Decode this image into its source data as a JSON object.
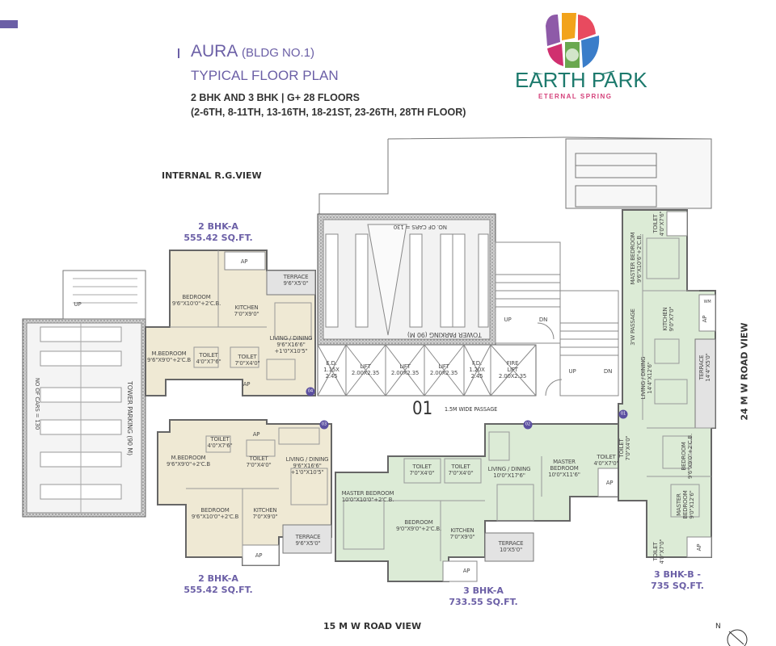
{
  "header": {
    "title_main": "AURA",
    "title_bldg": "(BLDG NO.1)",
    "subtitle": "TYPICAL FLOOR PLAN",
    "config": "2 BHK AND 3 BHK | G+ 28 FLOORS",
    "floors": "(2-6TH, 8-11TH, 13-16TH, 18-21ST, 23-26TH, 28TH FLOOR)"
  },
  "logo": {
    "name": "EARTH PARK",
    "tagline": "ETERNAL SPRING"
  },
  "colors": {
    "accent": "#6b5fa6",
    "brand_teal": "#1d7a6d",
    "brand_pink": "#d4407a",
    "unit_2bhk": "#efe9d4",
    "unit_3bhk": "#dcebd6",
    "terrace": "#e3e3e3"
  },
  "views": {
    "internal": "INTERNAL R.G.VIEW",
    "road_15": "15 M W ROAD VIEW",
    "road_24": "24 M W ROAD VIEW"
  },
  "units": [
    {
      "type": "2 BHK-A",
      "area": "555.42 SQ.FT."
    },
    {
      "type": "2 BHK-A",
      "area": "555.42 SQ.FT."
    },
    {
      "type": "3 BHK-A",
      "area": "733.55 SQ.FT."
    },
    {
      "type": "3 BHK-B -",
      "area": "735 SQ.FT."
    }
  ],
  "flat_numbers": [
    "01",
    "02",
    "03",
    "04"
  ],
  "core": {
    "number": "01",
    "passage": "1.5M WIDE PASSAGE",
    "parking": "TOWER PARKING (90 M)",
    "cars": "NO. OF CARS = 130",
    "left_parking": "TOWER PARKING (90 M)",
    "left_cars": "NO OF CARS = 130",
    "shafts": [
      {
        "name": "E.D.",
        "size": "1.15X",
        "size2": "2.45"
      },
      {
        "name": "LIFT",
        "size": "2.00X2.35"
      },
      {
        "name": "LIFT",
        "size": "2.00X2.35"
      },
      {
        "name": "LIFT",
        "size": "2.00X2.35"
      },
      {
        "name": "F.D.",
        "size": "1.20X",
        "size2": "2.45"
      },
      {
        "name": "FIRE",
        "size": "LIFT",
        "size2": "2.00X2.35"
      }
    ],
    "up": "UP",
    "dn": "DN"
  },
  "unit_top_left": [
    {
      "name": "BEDROOM",
      "size": "9'6\"X10'0\"+2'C.B."
    },
    {
      "name": "KITCHEN",
      "size": "7'0\"X9'0\""
    },
    {
      "name": "LIVING / DINING",
      "size": "9'6\"X16'6\"",
      "size2": "+1'0\"X10'5\""
    },
    {
      "name": "M.BEDROOM",
      "size": "9'6\"X9'0\"+2'C.B"
    },
    {
      "name": "TOILET",
      "size": "4'0\"X7'6\""
    },
    {
      "name": "TOILET",
      "size": "7'0\"X4'0\""
    },
    {
      "name": "TERRACE",
      "size": "9'6\"X5'0\""
    },
    {
      "name": "AP"
    },
    {
      "name": "AP"
    }
  ],
  "unit_bottom_left": [
    {
      "name": "TOILET",
      "size": "4'0\"X7'6\""
    },
    {
      "name": "M.BEDROOM",
      "size": "9'6\"X9'0\"+2'C.B"
    },
    {
      "name": "TOILET",
      "size": "7'0\"X4'0\""
    },
    {
      "name": "LIVING / DINING",
      "size": "9'6\"X16'6\"",
      "size2": "+1'0\"X10'5\""
    },
    {
      "name": "BEDROOM",
      "size": "9'6\"X10'0\"+2'C.B"
    },
    {
      "name": "KITCHEN",
      "size": "7'0\"X9'0\""
    },
    {
      "name": "TERRACE",
      "size": "9'6\"X5'0\""
    },
    {
      "name": "AP"
    },
    {
      "name": "AP"
    }
  ],
  "unit_3bhk_a": [
    {
      "name": "TOILET",
      "size": "7'0\"X4'0\""
    },
    {
      "name": "TOILET",
      "size": "7'0\"X4'0\""
    },
    {
      "name": "LIVING / DINING",
      "size": "10'0\"X17'6\""
    },
    {
      "name": "MASTER",
      "size": "BEDROOM",
      "size2": "10'0\"X11'6\""
    },
    {
      "name": "MASTER BEDROOM",
      "size": "10'0\"X10'0\"+2'C.B."
    },
    {
      "name": "BEDROOM",
      "size": "9'0\"X9'0\"+2'C.B."
    },
    {
      "name": "KITCHEN",
      "size": "7'0\"X9'0\""
    },
    {
      "name": "TERRACE",
      "size": "10'X5'0\""
    },
    {
      "name": "AP"
    },
    {
      "name": "TOILET",
      "size": "4'0\"X7'0\""
    },
    {
      "name": "AP"
    }
  ],
  "unit_3bhk_b": [
    {
      "name": "TOILET",
      "size": "4'0\"X7'6\""
    },
    {
      "name": "MASTER BEDROOM",
      "size": "9'6\"X10'6\"+2'C.B."
    },
    {
      "name": "KITCHEN",
      "size": "9'0\"X7'0\""
    },
    {
      "name": "3'W PASSAGE"
    },
    {
      "name": "LIVING / DINING",
      "size": "14'4\"X12'6\""
    },
    {
      "name": "TERRACE",
      "size": "14'4\"X5'0\""
    },
    {
      "name": "BEDROOM",
      "size": "9'6\"X9'0\"+2'C.B."
    },
    {
      "name": "MASTER",
      "size": "BEDROOM",
      "size2": "9'0\"X12'6\""
    },
    {
      "name": "TOILET",
      "size": "4'0\"X7'0\""
    },
    {
      "name": "TOILET",
      "size": "7'0\"X4'0\""
    },
    {
      "name": "AP"
    },
    {
      "name": "AP"
    },
    {
      "name": "WM"
    }
  ]
}
